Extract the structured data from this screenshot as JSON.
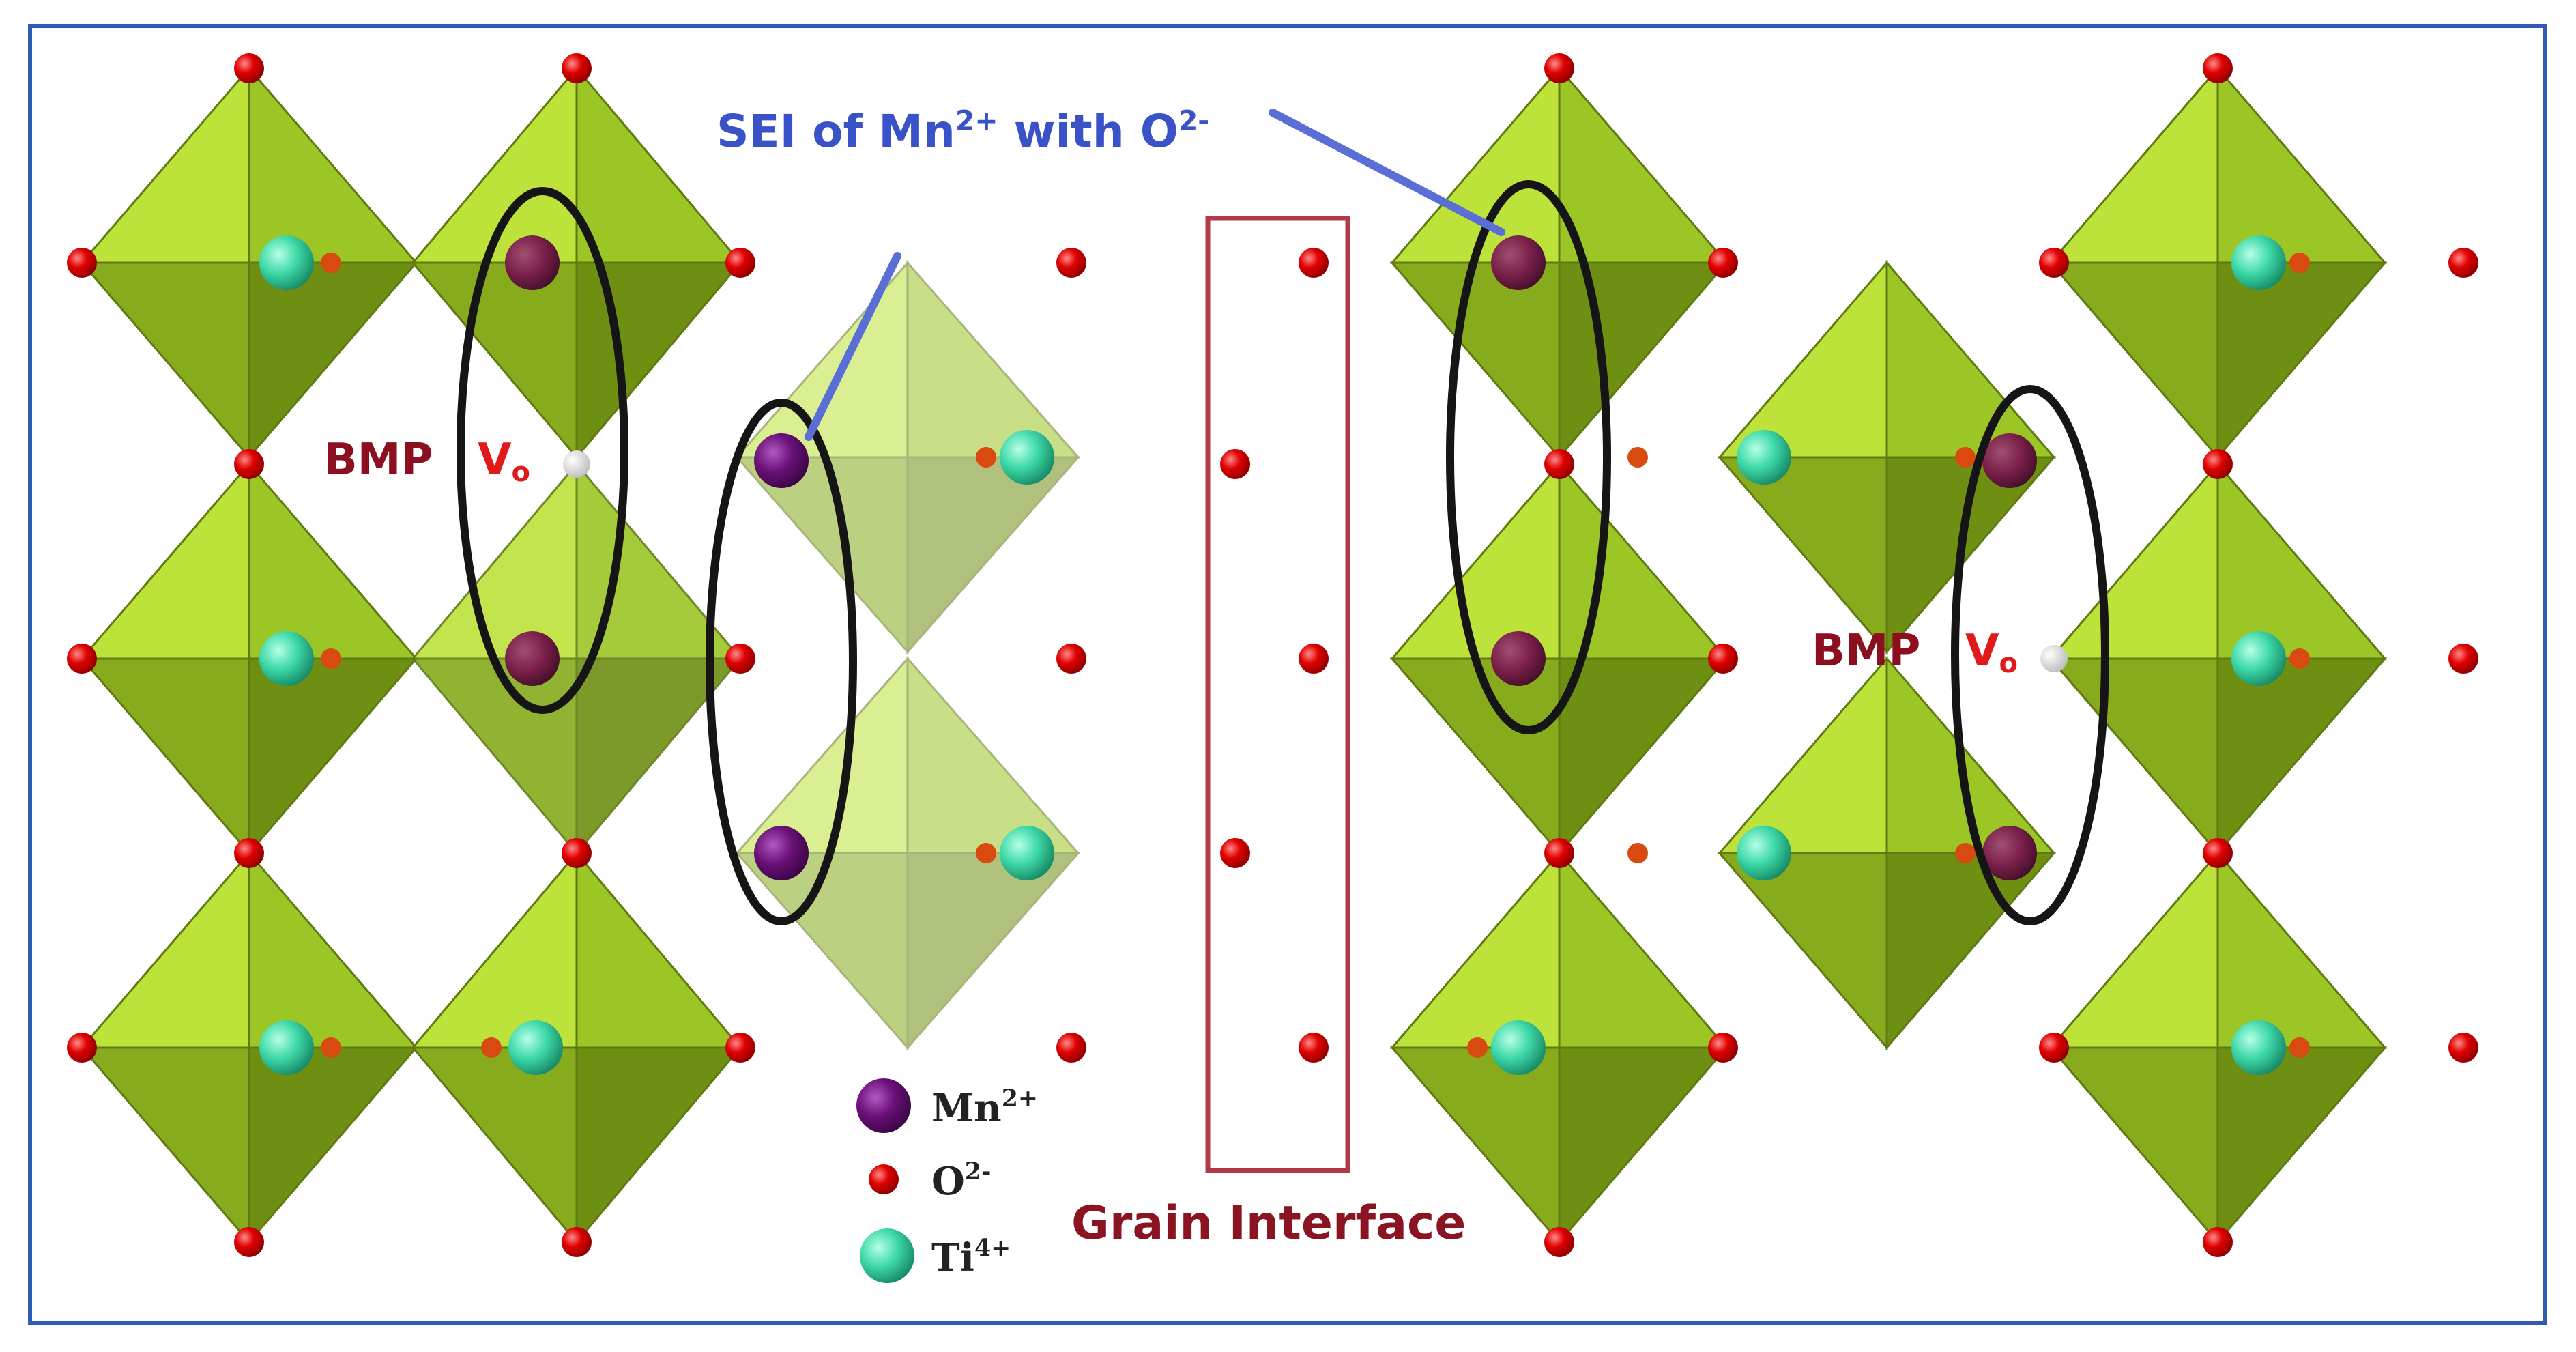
{
  "colors": {
    "frame": "#2f5bb7",
    "oxygen": "#e00000",
    "manganese": "#6a1078",
    "manganese_in_ellipse": "#7a1f49",
    "titanium": "#3ed9a8",
    "octahedron_light": "#a9cf2c",
    "octahedron_dark": "#5f7f0f",
    "vacancy": "#ffffff",
    "ellipse": "#151515",
    "sei_text": "#3a52c8",
    "sei_line": "#5a6fd6",
    "bmp_text": "#8b0f1e",
    "vo_text": "#e01919",
    "grain_box": "#b03a4b",
    "grain_text": "#8b1422"
  },
  "annotations": {
    "sei": {
      "main": "SEI of Mn",
      "sup1": "2+",
      "mid": " with O",
      "sup2": "2-"
    },
    "bmp_left": "BMP",
    "bmp_right": "BMP",
    "vo_left": {
      "main": "V",
      "sub": "o"
    },
    "vo_right": {
      "main": "V",
      "sub": "o"
    },
    "grain_interface": "Grain Interface"
  },
  "legend": {
    "items": [
      {
        "icon": "manganese-ion-icon",
        "main": "Mn",
        "sup": "2+"
      },
      {
        "icon": "oxygen-ion-icon",
        "main": "O",
        "sup": "2-"
      },
      {
        "icon": "titanium-ion-icon",
        "main": "Ti",
        "sup": "4+"
      }
    ]
  }
}
